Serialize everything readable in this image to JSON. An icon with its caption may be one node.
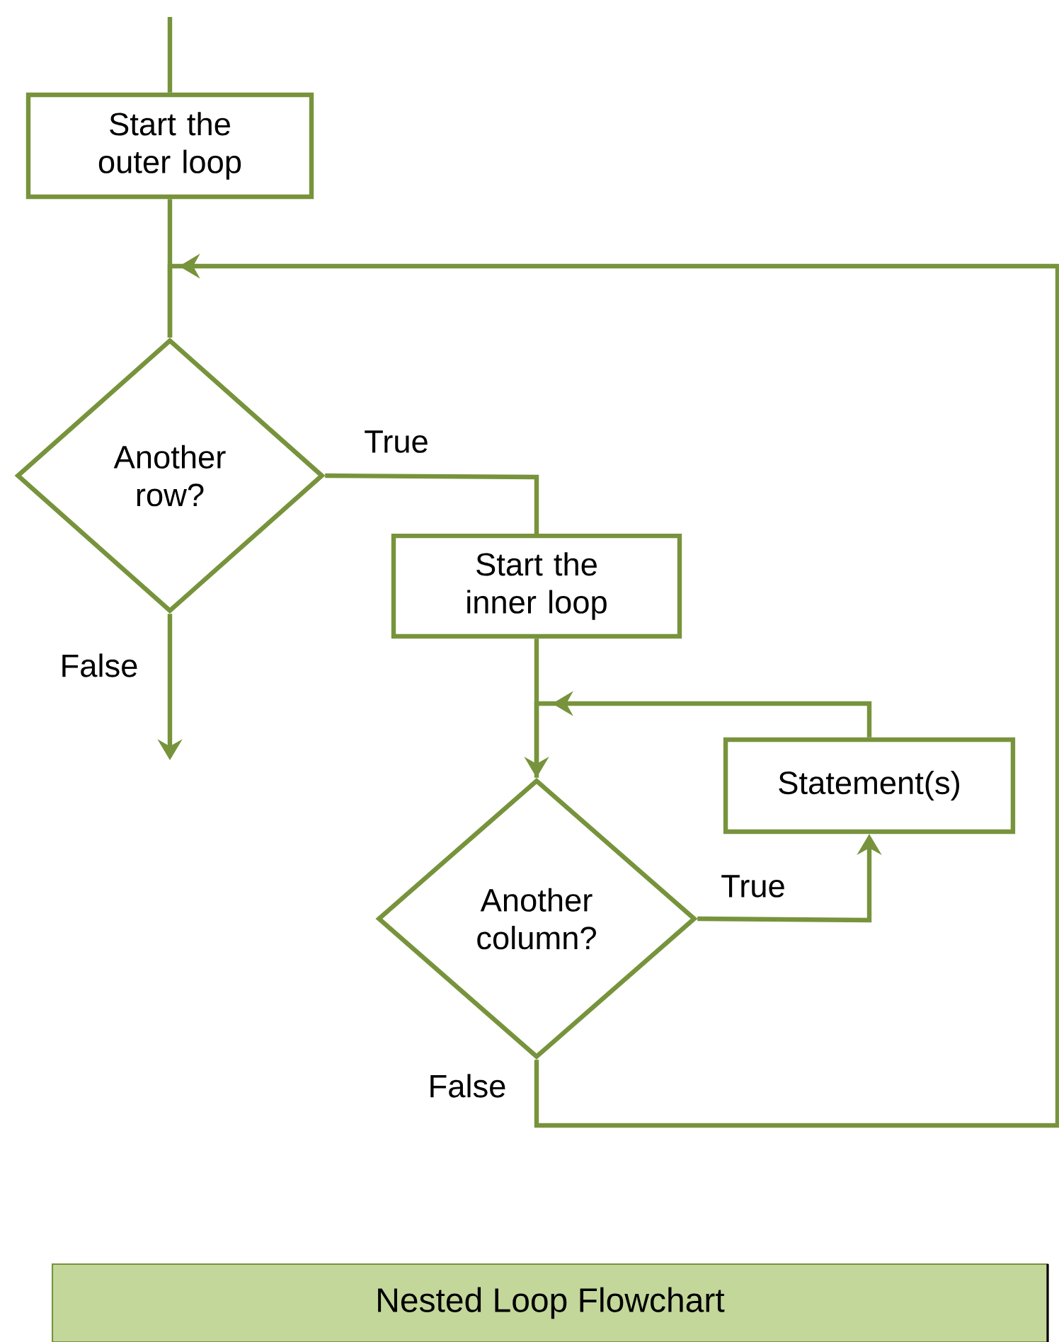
{
  "diagram": {
    "caption": "Nested Loop Flowchart",
    "nodes": [
      {
        "text": [
          "Start the outer loop"
        ]
      },
      {
        "text": [
          "Another row?"
        ]
      },
      {
        "text": [
          "Start the inner loop"
        ]
      },
      {
        "text": [
          "Another column?"
        ]
      },
      {
        "text": [
          "Statement(s)"
        ]
      }
    ],
    "edges": [
      {
        "from": null,
        "to": 0,
        "arrow": "none"
      },
      {
        "from": 0,
        "to": 1,
        "arrow": "none"
      },
      {
        "from": 1,
        "to": 2,
        "arrow": "none",
        "label": "True"
      },
      {
        "from": 1,
        "to": null,
        "arrow": "to",
        "label": "False"
      },
      {
        "from": 2,
        "to": 3,
        "arrow": "to"
      },
      {
        "from": 3,
        "to": 4,
        "arrow": "to",
        "label": "True"
      },
      {
        "from": 4,
        "to": 3,
        "arrow": "to"
      },
      {
        "from": 3,
        "to": 1,
        "arrow": "to",
        "label": "False"
      }
    ]
  }
}
